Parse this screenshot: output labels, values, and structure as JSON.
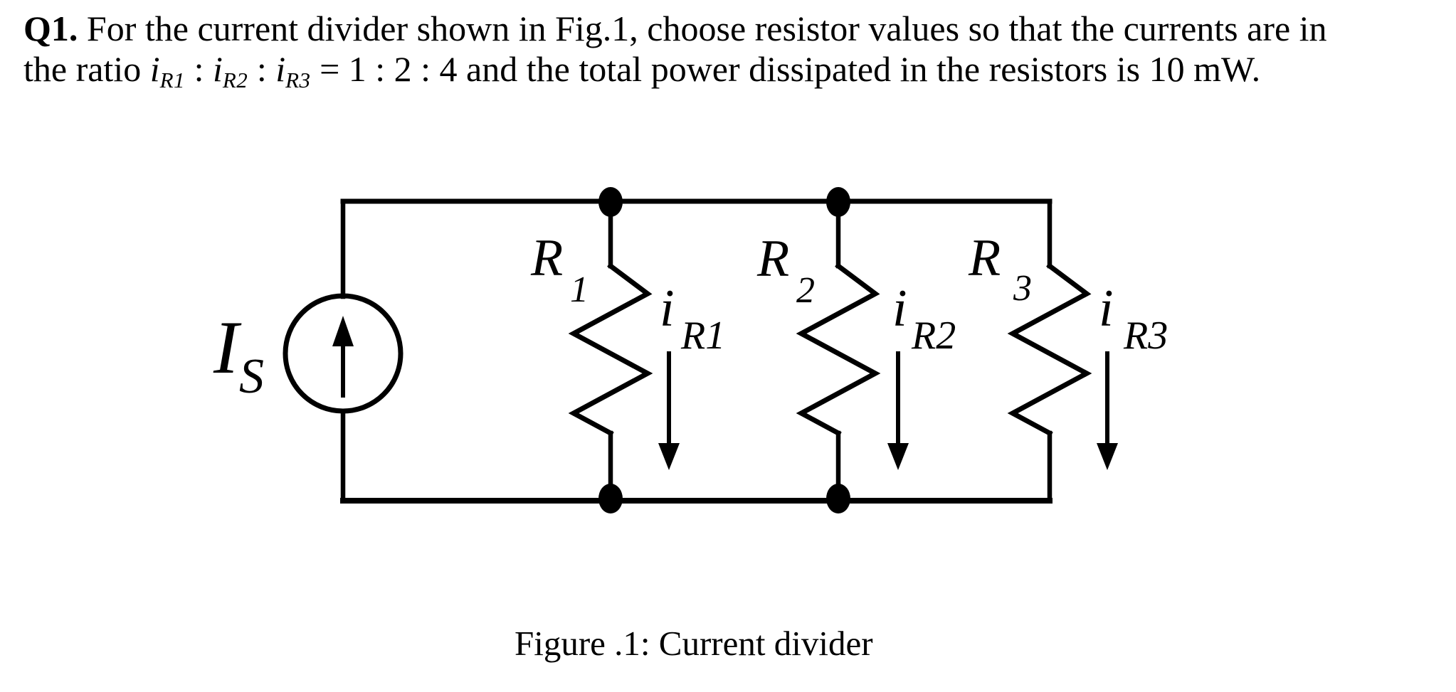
{
  "question": {
    "number": "Q1.",
    "line1_rest": " For the current divider shown in Fig.1, choose resistor values so that the currents are in",
    "line2": {
      "prefix": "the ratio ",
      "i1_base": "i",
      "i1_sub": "R1",
      "sep1": " : ",
      "i2_base": "i",
      "i2_sub": "R2",
      "sep2": " : ",
      "i3_base": "i",
      "i3_sub": "R3",
      "suffix": " = 1 : 2 : 4 and the total power dissipated in the resistors is 10 mW."
    }
  },
  "figure": {
    "caption": "Figure .1: Current divider",
    "source": {
      "base": "I",
      "sub": "S"
    },
    "resistors": [
      {
        "base": "R",
        "sub": "1"
      },
      {
        "base": "R",
        "sub": "2"
      },
      {
        "base": "R",
        "sub": "3"
      }
    ],
    "branch_currents": [
      {
        "base": "i",
        "sub": "R1"
      },
      {
        "base": "i",
        "sub": "R2"
      },
      {
        "base": "i",
        "sub": "R3"
      }
    ]
  },
  "colors": {
    "ink": "#000000",
    "paper": "#ffffff"
  }
}
